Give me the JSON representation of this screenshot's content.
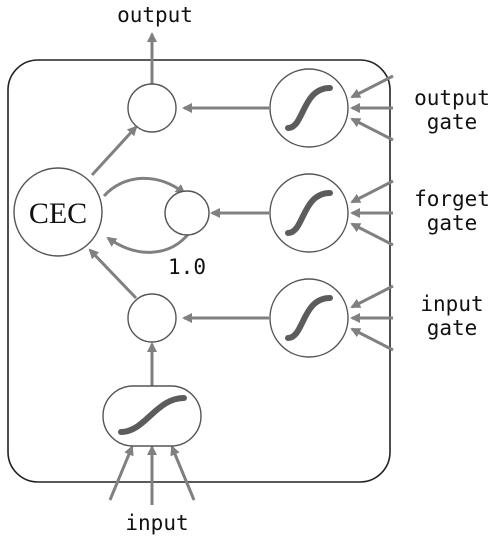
{
  "diagram": {
    "labels": {
      "output": "output",
      "input": "input",
      "cec": "CEC",
      "recurrent_weight": "1.0",
      "output_gate": [
        "output",
        "gate"
      ],
      "forget_gate": [
        "forget",
        "gate"
      ],
      "input_gate": [
        "input",
        "gate"
      ]
    },
    "colors": {
      "connection": "#808080",
      "sigmoid": "#5c5c5c",
      "node_stroke": "#555555",
      "border": "#222222",
      "text": "#111111"
    },
    "icons": {
      "activation": "sigmoid-curve-icon"
    }
  }
}
